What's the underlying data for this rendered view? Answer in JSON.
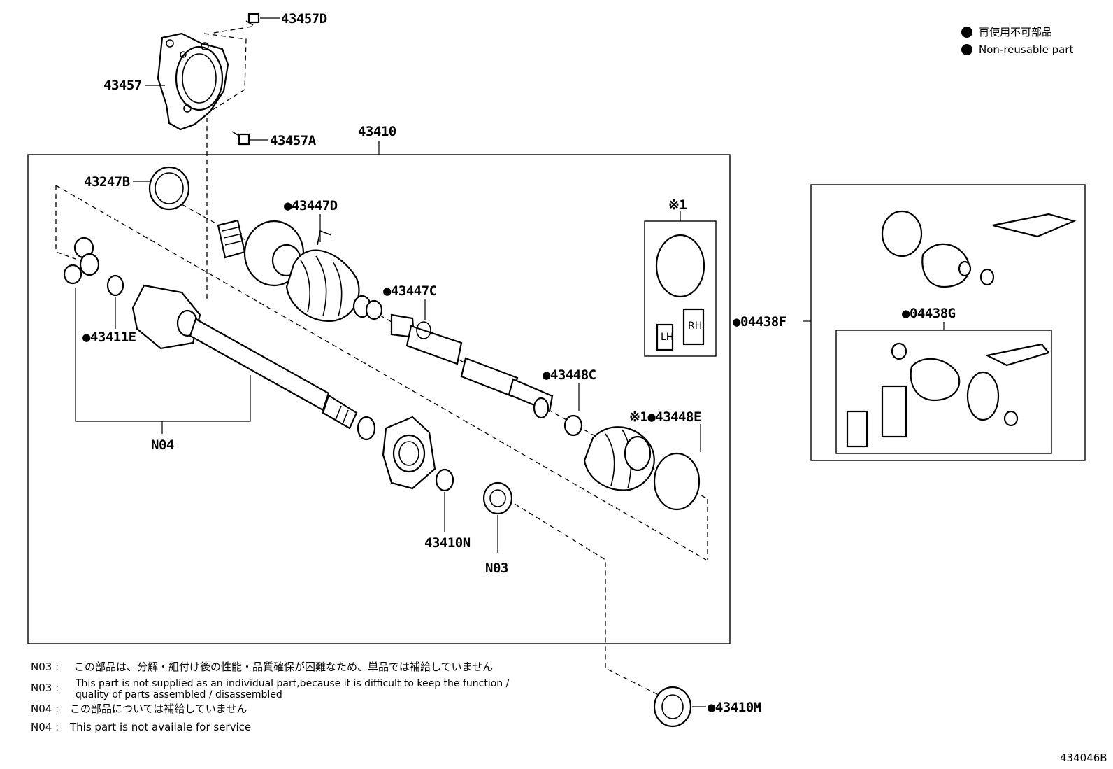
{
  "legend": {
    "mark": "●",
    "ja": "再使用不可部品",
    "en": "Non-reusable part"
  },
  "labels": {
    "p43457D": "43457D",
    "p43457": "43457",
    "p43457A": "43457A",
    "p43410": "43410",
    "p43247B": "43247B",
    "p43447D": "●43447D",
    "p43447C": "●43447C",
    "p43411E": "●43411E",
    "n04_label": "N04",
    "p43448C": "●43448C",
    "p43448E": "※1●43448E",
    "p43410N": "43410N",
    "n03_label": "N03",
    "kit_ref": "※1",
    "p04438F": "●04438F",
    "p04438G": "●04438G",
    "p43410M": "●43410M",
    "tag_lh": "LH",
    "tag_rh": "RH"
  },
  "notes": [
    {
      "code": "N03 :",
      "text": "この部品は、分解・組付け後の性能・品質確保が困難なため、単品では補給していません"
    },
    {
      "code": "N03 :",
      "text": "This part is not supplied as an individual part,because it is difficult to keep the function /",
      "text2": "quality of parts assembled / disassembled"
    },
    {
      "code": "N04 :",
      "text": "この部品については補給していません"
    },
    {
      "code": "N04 :",
      "text": "This part is not availale for service"
    }
  ],
  "figure_id": "434046B"
}
